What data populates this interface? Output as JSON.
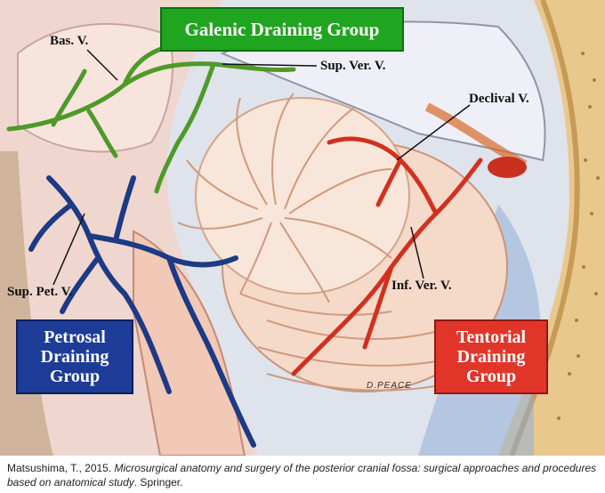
{
  "groups": {
    "galenic": "Galenic Draining Group",
    "petrosal": "Petrosal\nDraining\nGroup",
    "tentorial": "Tentorial\nDraining\nGroup"
  },
  "veins": {
    "basal": "Bas. V.",
    "superior_vermian": "Sup. Ver. V.",
    "declival": "Declival V.",
    "superior_petrosal": "Sup. Pet. V.",
    "inferior_vermian": "Inf. Ver. V."
  },
  "signature": "D.PEACE",
  "citation": {
    "authors": "Matsushima, T., 2015.",
    "title": "Microsurgical anatomy and surgery of the posterior cranial fossa: surgical approaches and procedures based on anatomical study",
    "publisher": ". Springer."
  },
  "colors": {
    "galenic_group": "#1fa51f",
    "petrosal_group": "#1c3c98",
    "tentorial_group": "#e2352a"
  }
}
